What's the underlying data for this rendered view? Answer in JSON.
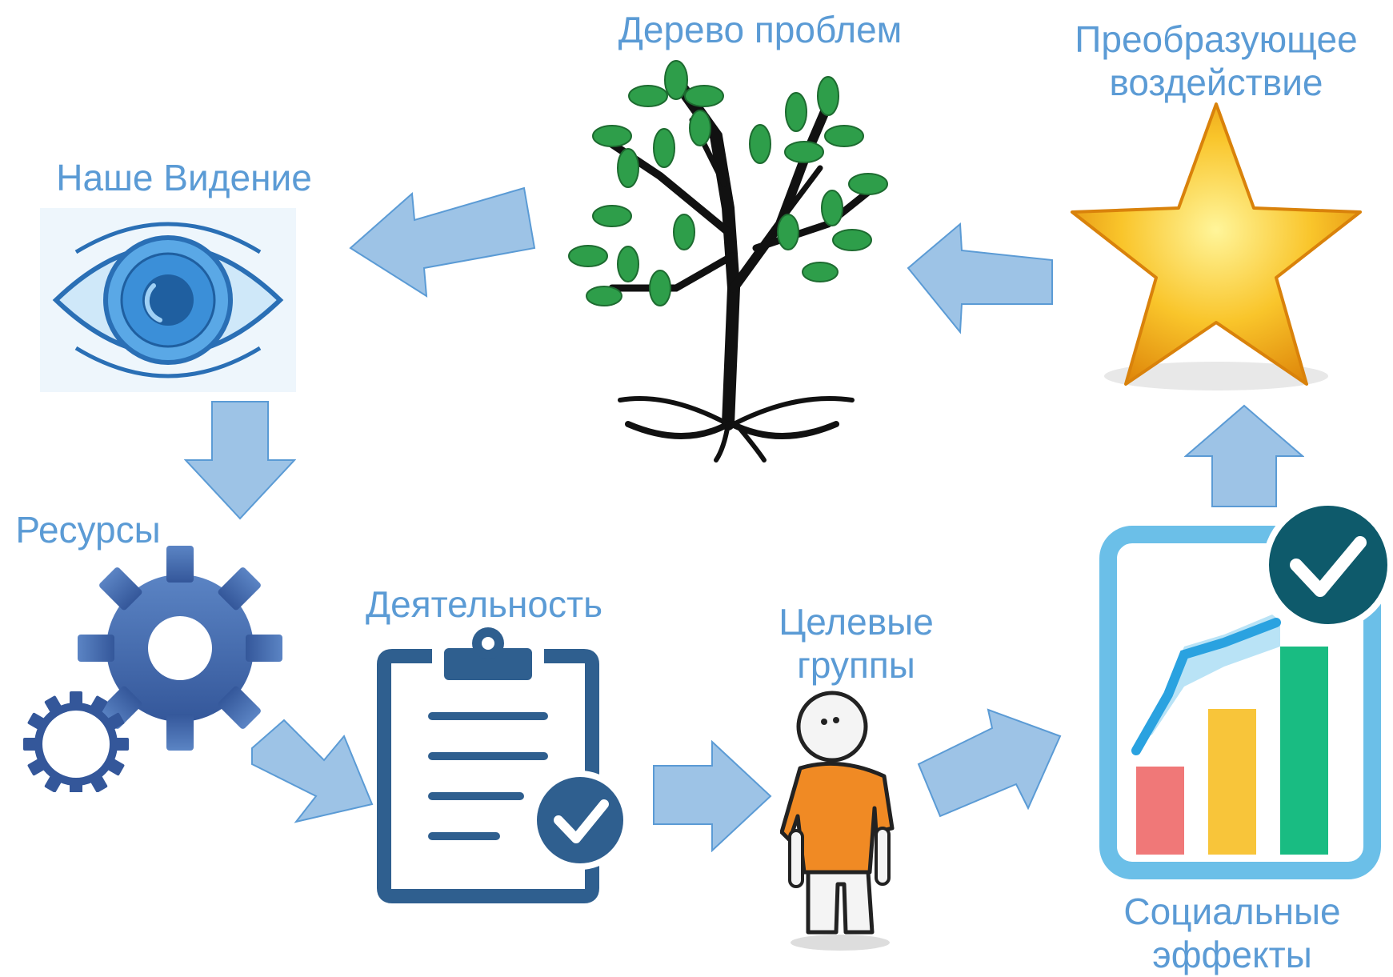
{
  "labels": {
    "problem_tree": "Дерево проблем",
    "transform_line1": "Преобразующее",
    "transform_line2": "воздействие",
    "vision": "Наше Видение",
    "resources": "Ресурсы",
    "activity": "Деятельность",
    "target_line1": "Целевые",
    "target_line2": "группы",
    "social_line1": "Социальные",
    "social_line2": "эффекты"
  },
  "colors": {
    "label": "#5b9bd5",
    "arrow_fill": "#9dc3e6",
    "arrow_stroke": "#5b9bd5",
    "gear": "#4a6fa5",
    "clipboard": "#2f5f8f",
    "tree_leaf": "#2e9e4a",
    "star": "#f7b51a"
  },
  "icons": [
    "eye-icon",
    "tree-icon",
    "star-icon",
    "gear-icon",
    "clipboard-check-icon",
    "person-icon",
    "chart-check-icon"
  ]
}
